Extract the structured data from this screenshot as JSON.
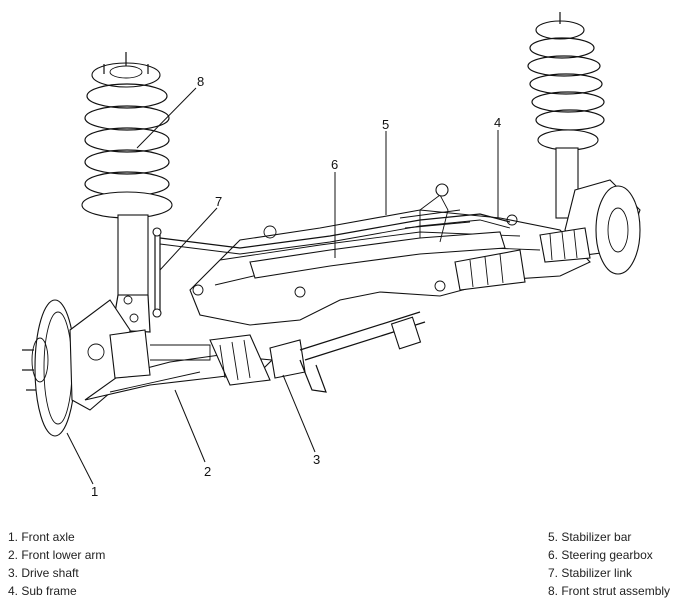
{
  "callouts": {
    "c1": "1",
    "c2": "2",
    "c3": "3",
    "c4": "4",
    "c5": "5",
    "c6": "6",
    "c7": "7",
    "c8": "8"
  },
  "legend": {
    "left": [
      "1. Front axle",
      "2. Front lower arm",
      "3. Drive shaft",
      "4. Sub frame"
    ],
    "right": [
      "5. Stabilizer bar",
      "6. Steering gearbox",
      "7. Stabilizer link",
      "8. Front strut assembly"
    ]
  }
}
